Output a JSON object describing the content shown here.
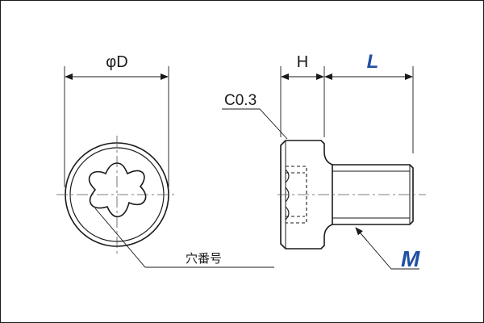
{
  "labels": {
    "diameter": "φD",
    "head_height": "H",
    "length": "L",
    "chamfer": "C0.3",
    "hole_number": "穴番号",
    "thread": "M"
  },
  "colors": {
    "line": "#1a1a1a",
    "accent": "#1f4fa3",
    "centerline": "#555555",
    "background": "#ffffff"
  },
  "icons": {
    "drive_recess": "torx-hexalobular-recess"
  }
}
